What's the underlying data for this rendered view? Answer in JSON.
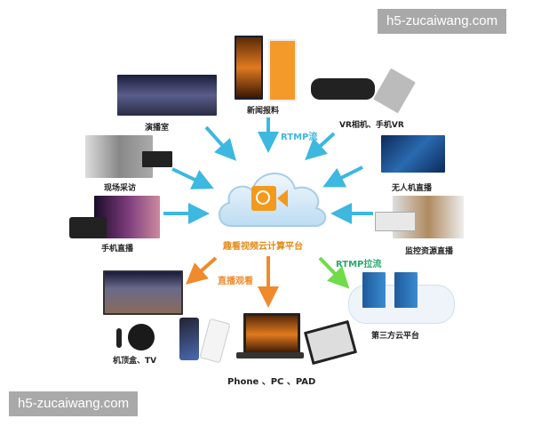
{
  "watermarks": {
    "top": "h5-zucaiwang.com",
    "bottom": "h5-zucaiwang.com"
  },
  "center": {
    "title": "趣看视频云计算平台",
    "logo_letter": "Q"
  },
  "sources": [
    {
      "id": "studio",
      "label": "演播室"
    },
    {
      "id": "news",
      "label": "新闻报料"
    },
    {
      "id": "vr",
      "label": "VR相机、手机VR"
    },
    {
      "id": "interview",
      "label": "现场采访"
    },
    {
      "id": "drone",
      "label": "无人机直播"
    },
    {
      "id": "mobile",
      "label": "手机直播"
    },
    {
      "id": "surveillance",
      "label": "监控资源直播"
    }
  ],
  "outputs": [
    {
      "id": "tv",
      "label": "机顶盒、TV"
    },
    {
      "id": "devices",
      "label": "Phone 、PC 、PAD"
    },
    {
      "id": "cloud3rd",
      "label": "第三方云平台"
    }
  ],
  "flows": {
    "ingest": "RTMP流",
    "watch": "直播观看",
    "pull": "RTMP拉流"
  },
  "colors": {
    "ingest_arrow": "#3db8e0",
    "watch_arrow": "#f08a2c",
    "pull_arrow": "#6fdc4a",
    "logo": "#f39a1e",
    "pull_text": "#2aa86a"
  }
}
